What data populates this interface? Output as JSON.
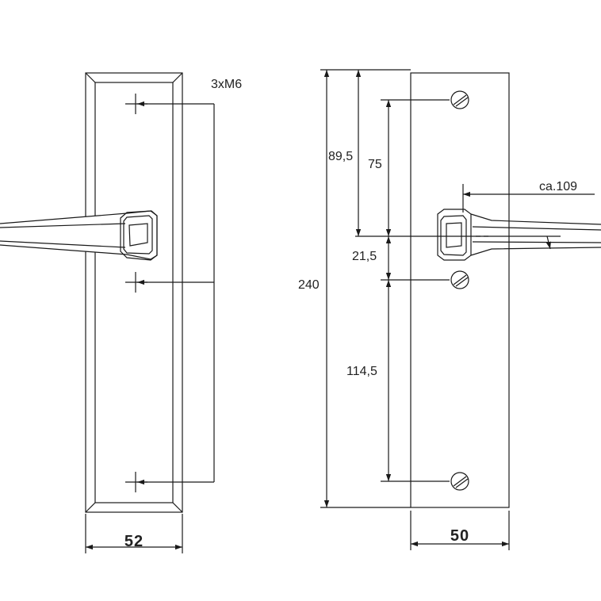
{
  "front_view": {
    "thread_callout": "3xM6",
    "width_label": "52"
  },
  "side_view": {
    "total_height": "240",
    "dim_top_to_spindle": "89,5",
    "dim_hole_to_spindle": "75",
    "dim_spindle_to_hole": "21,5",
    "dim_hole_to_hole": "114,5",
    "projection_label": "ca.109",
    "width_label": "50"
  },
  "colors": {
    "line": "#1a1a1a",
    "background": "#ffffff"
  }
}
